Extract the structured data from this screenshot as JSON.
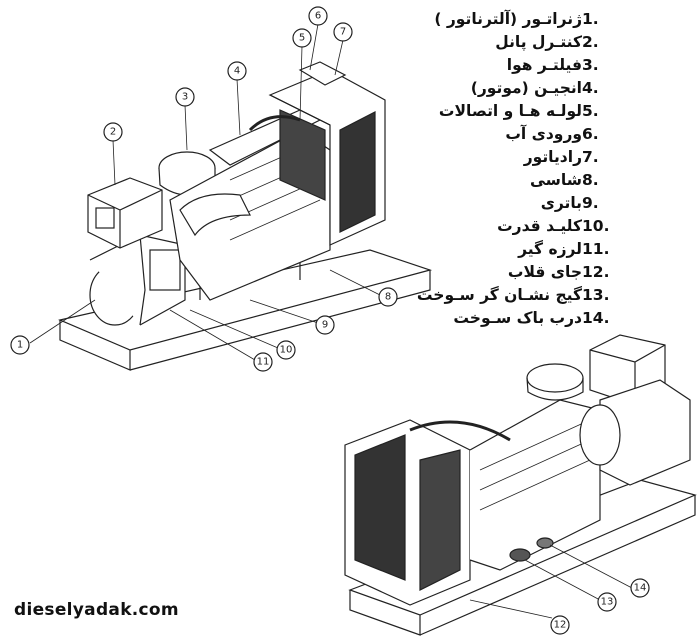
{
  "legend": [
    {
      "num": "1.",
      "label": "ژنراتـور (آلترناتور )"
    },
    {
      "num": "2.",
      "label": "کنتـرل پانل"
    },
    {
      "num": "3.",
      "label": "فیلتـر هوا"
    },
    {
      "num": "4.",
      "label": "انجیـن (موتور)"
    },
    {
      "num": "5.",
      "label": "لولـه هـا و اتصالات"
    },
    {
      "num": "6.",
      "label": "ورودی آب"
    },
    {
      "num": "7.",
      "label": "رادیاتور"
    },
    {
      "num": "8.",
      "label": "شاسی"
    },
    {
      "num": "9.",
      "label": "باتری"
    },
    {
      "num": "10.",
      "label": "کلیـد قدرت"
    },
    {
      "num": "11.",
      "label": "لرزه گیر"
    },
    {
      "num": "12.",
      "label": "جای قلاب"
    },
    {
      "num": "13.",
      "label": "گیج نشـان گر سـوخت"
    },
    {
      "num": "14.",
      "label": "درب باک سـوخت"
    }
  ],
  "callouts": [
    "1",
    "2",
    "3",
    "4",
    "5",
    "6",
    "7",
    "8",
    "9",
    "10",
    "11",
    "12",
    "13",
    "14"
  ],
  "website": "dieselyadak.com"
}
